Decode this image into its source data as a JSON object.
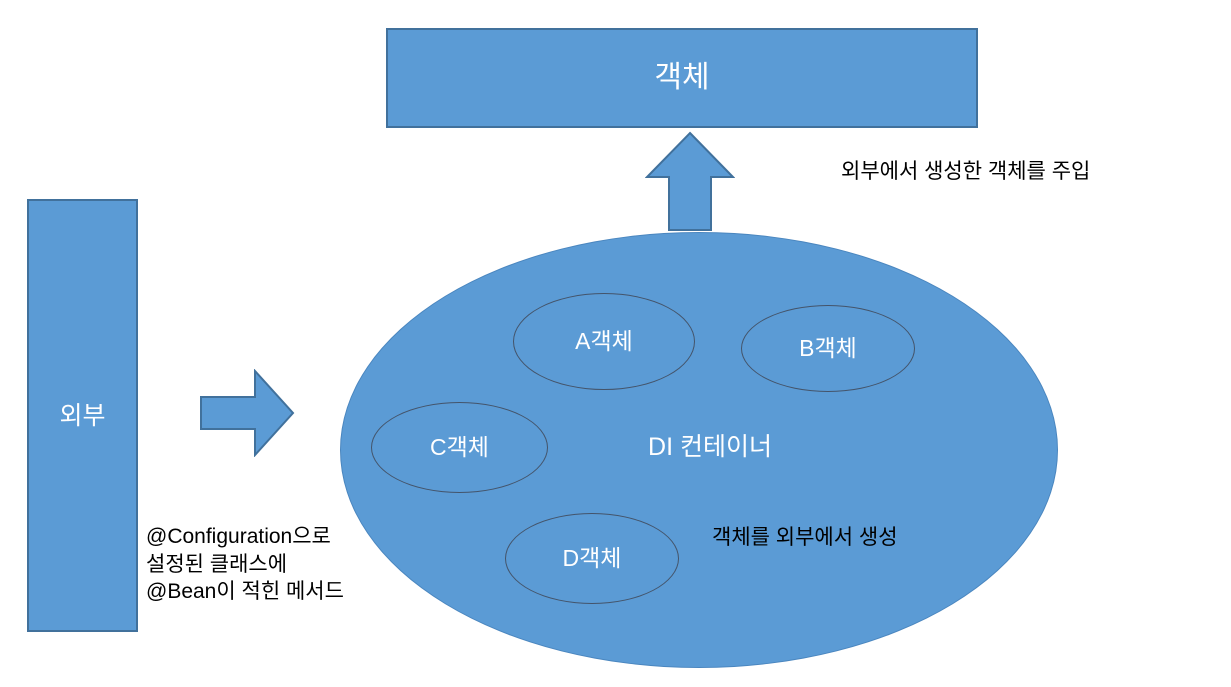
{
  "diagram": {
    "title_box": {
      "label": "객체"
    },
    "external_box": {
      "label": "외부"
    },
    "container": {
      "label": "DI 컨테이너",
      "beans": [
        {
          "label": "A객체"
        },
        {
          "label": "B객체"
        },
        {
          "label": "C객체"
        },
        {
          "label": "D객체"
        }
      ]
    },
    "arrows": {
      "up_arrow_name": "up-arrow",
      "right_arrow_name": "right-arrow"
    },
    "annotations": {
      "inject": "외부에서 생성한 객체를 주입",
      "configuration": "@Configuration으로\n설정된 클래스에\n@Bean이 적힌 메서드",
      "create": "객체를 외부에서 생성"
    },
    "colors": {
      "shape_fill": "#5B9BD5",
      "shape_stroke": "#41719C",
      "bean_stroke": "#44546A",
      "shape_text": "#FFFFFF",
      "annotation_text": "#000000",
      "background": "#FFFFFF"
    }
  }
}
